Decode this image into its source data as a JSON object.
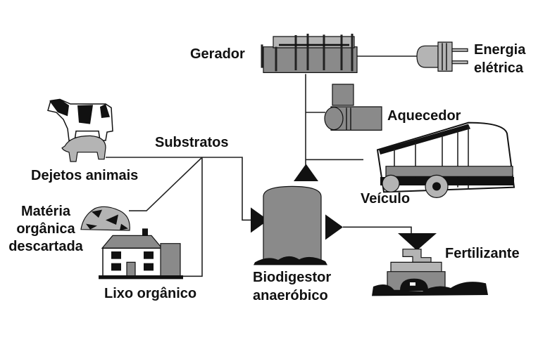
{
  "title": "Biodigestor anaeróbico – fluxo de substratos e produtos",
  "labels": {
    "gerador": "Gerador",
    "energia_1": "Energia",
    "energia_2": "elétrica",
    "aquecedor": "Aquecedor",
    "veiculo": "Veículo",
    "substratos": "Substratos",
    "dejetos": "Dejetos animais",
    "materia_1": "Matéria",
    "materia_2": "orgânica",
    "materia_3": "descartada",
    "lixo": "Lixo orgânico",
    "biodigestor_1": "Biodigestor",
    "biodigestor_2": "anaeróbico",
    "fertilizante": "Fertilizante"
  },
  "colors": {
    "ink": "#111111",
    "gray": "#8a8a8a",
    "light": "#b4b4b4",
    "background": "#ffffff"
  }
}
